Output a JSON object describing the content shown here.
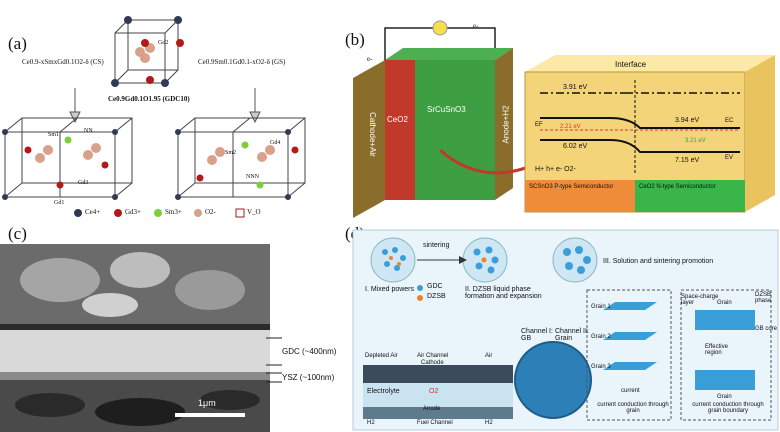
{
  "panel_a": {
    "label": "(a)",
    "cs_formula": "Ce0.9-xSmxGd0.1O2-δ (CS)",
    "gs_formula": "Ce0.9Sm0.1Gd0.1-xO2-δ (GS)",
    "gdc_formula": "Ce0.9Gd0.1O1.95 (GDC10)",
    "site_labels": [
      "Gd1",
      "Gd2",
      "Gd3",
      "Gd4",
      "Sm1",
      "Sm2",
      "NN",
      "NNN"
    ],
    "legend": [
      "Ce4+",
      "Gd3+",
      "Sm3+",
      "O2-",
      "V_O"
    ],
    "colors": {
      "ce": "#2f3a55",
      "gd": "#b31919",
      "sm": "#7ccf3a",
      "o": "#d9a08a"
    }
  },
  "panel_b": {
    "label": "(b)",
    "electron": "e-",
    "cathode_label": "Cathode+Air",
    "anode_label": "Anode+H2",
    "ceo2_label": "CeO2",
    "scs_label": "SrCuSnO3",
    "interface": "Interface",
    "levels": [
      "3.91 eV",
      "3.94 eV",
      "2.21 eV",
      "3.21 eV",
      "6.02 eV",
      "7.15 eV"
    ],
    "ef": "EF",
    "ec": "EC",
    "ev": "EV",
    "carriers": "H+  h+  e-  O2-",
    "p_type": "SCSnO3 P-type Semiconductor",
    "n_type": "CeO2 N-type Semiconductor"
  },
  "panel_c": {
    "label": "(c)",
    "gdc": "GDC (~400nm)",
    "ysz": "YSZ (~100nm)",
    "scale": "1μm"
  },
  "panel_d": {
    "label": "(d)",
    "step_sinter": "sintering",
    "step1": "I. Mixed powers",
    "step2": "II. DZSB liquid phase formation and expansion",
    "step3": "III. Solution and sintering promotion",
    "gdc": "GDC",
    "dzsb": "DZSB",
    "cathode": "Cathode",
    "anode": "Anode",
    "depleted_air": "Depleted Air",
    "air_channel": "Air Channel",
    "air": "Air",
    "electrolyte": "Electrolyte",
    "fuel_channel": "Fuel Channel",
    "h2": "H2",
    "o2": "O2",
    "channel1": "Channel I: GB",
    "channel2": "Channel II: Grain",
    "grain1": "Grain 1",
    "grain2": "Grain 2",
    "grain3": "Grain 3",
    "current": "current",
    "cond_grain": "current conduction through grain",
    "space_charge": "Space-charge layer",
    "grain": "Grain",
    "dzsb_phase": "DZSB phase",
    "gb_core": "GB core",
    "effective": "Effective region",
    "cond_gb": "current conduction through grain boundary"
  }
}
